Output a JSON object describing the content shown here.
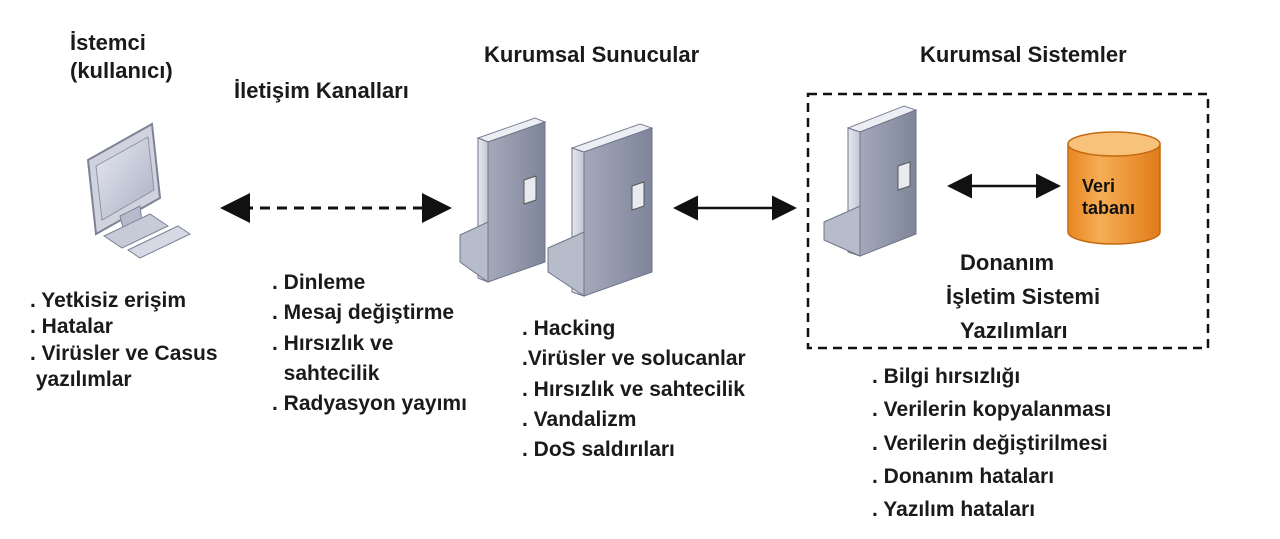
{
  "client": {
    "title_line1": "İstemci",
    "title_line2": "(kullanıcı)"
  },
  "channels": {
    "title": "İletişim Kanalları"
  },
  "servers": {
    "title": "Kurumsal Sunucular"
  },
  "systems": {
    "title": "Kurumsal Sistemler",
    "database_line1": "Veri",
    "database_line2": "tabanı",
    "components": [
      "Donanım",
      "İşletim Sistemi",
      "Yazılımları"
    ]
  },
  "client_threats": [
    ". Yetkisiz  erişim",
    ". Hatalar",
    ". Virüsler ve Casus",
    " yazılımlar"
  ],
  "channel_threats": [
    ". Dinleme",
    ". Mesaj değiştirme",
    ". Hırsızlık ve",
    "  sahtecilik",
    ". Radyasyon yayımı"
  ],
  "server_threats": [
    ". Hacking",
    ".Virüsler ve solucanlar",
    ". Hırsızlık ve sahtecilik",
    ". Vandalizm",
    ". DoS saldırıları"
  ],
  "system_threats": [
    ". Bilgi hırsızlığı",
    ". Verilerin kopyalanması",
    ". Verilerin değiştirilmesi",
    ". Donanım hataları",
    ". Yazılım hataları"
  ],
  "colors": {
    "server_body": "#c9ccd6",
    "server_side": "#9ea3b3",
    "database": "#f0962e",
    "arrow": "#111111"
  }
}
